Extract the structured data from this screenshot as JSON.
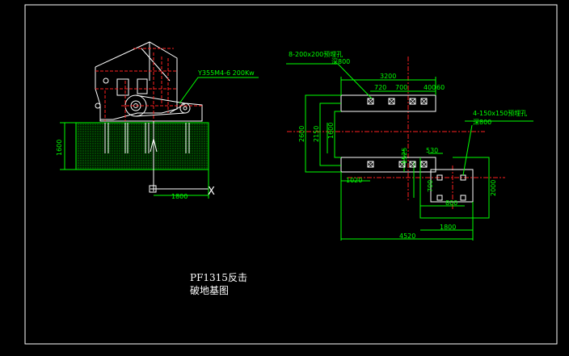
{
  "colors": {
    "background": "#000000",
    "frame": "#ffffff",
    "dimension": "#00ff00",
    "centerline": "#ff2020",
    "outline": "#ffffff",
    "hatch": "#00a000"
  },
  "left_view": {
    "motor_label": "Y355M4-6  200Kw",
    "dim_height": "1600",
    "dim_width": "1800",
    "mark_x": "X"
  },
  "right_view": {
    "note_top": {
      "line1": "8-200x200预埋孔",
      "line2": "深800"
    },
    "note_right": {
      "line1": "4-150x150预埋孔",
      "line2": "深800"
    },
    "dims": {
      "d3200": "3200",
      "d720": "720",
      "d700": "700",
      "d400": "400",
      "d60": "60",
      "d2600": "2600",
      "d2150": "2150",
      "d1600": "1600",
      "d1525": "1525",
      "d530": "530",
      "d1020": "1020",
      "d700b": "700",
      "d800": "800",
      "d2000": "2000",
      "d1800": "1800",
      "d4520": "4520"
    }
  },
  "caption": {
    "line1": "PF1315反击",
    "line2": "破地基图"
  }
}
